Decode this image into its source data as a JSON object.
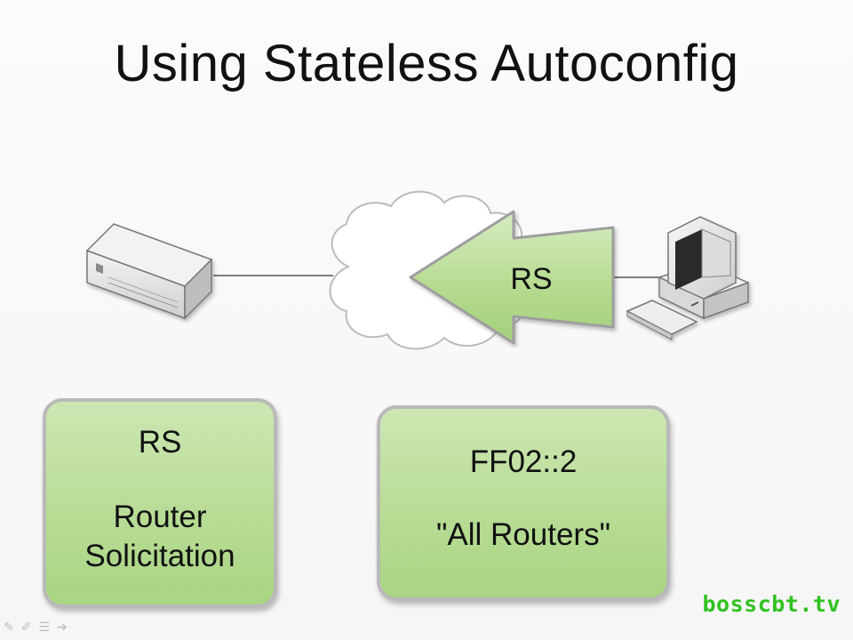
{
  "slide": {
    "title": "Using Stateless Autoconfig"
  },
  "diagram": {
    "arrow_label": "RS",
    "left_device": "router-icon",
    "right_device": "computer-icon",
    "cloud": "cloud-icon"
  },
  "boxes": {
    "left": {
      "line1": "RS",
      "line2": "Router",
      "line3": "Solicitation"
    },
    "right": {
      "line1": "FF02::2",
      "line2": "\"All Routers\""
    }
  },
  "watermark": "bosscbt.tv",
  "colors": {
    "box_green": "#b8dc95",
    "arrow_green": "#b5da8e",
    "watermark_green": "#2fc21f"
  }
}
